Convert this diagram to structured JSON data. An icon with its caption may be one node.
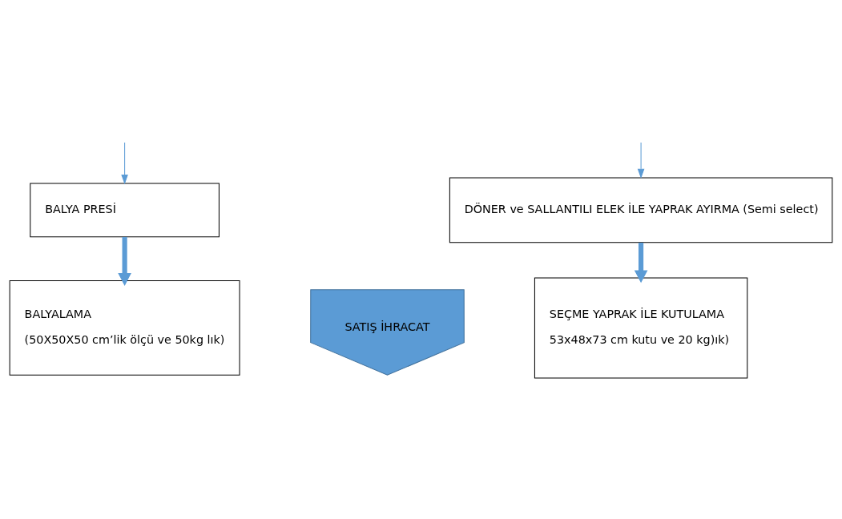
{
  "diagram": {
    "nodes": [
      {
        "text": [
          "BALYA PRESİ"
        ]
      },
      {
        "text": [
          "DÖNER ve SALLANTILI ELEK İLE YAPRAK AYIRMA (Semi select)"
        ]
      },
      {
        "text": [
          "BALYALAMA",
          "(50X50X50 cm’lik ölçü ve 50kg lık)"
        ]
      },
      {
        "text": [
          "SEÇME YAPRAK İLE KUTULAMA",
          "53x48x73 cm kutu ve 20 kg)ık)"
        ]
      },
      {
        "text": [
          "SATIŞ İHRACAT"
        ]
      }
    ],
    "edges": [
      {
        "from": null,
        "to": 0,
        "arrow": "to"
      },
      {
        "from": null,
        "to": 1,
        "arrow": "to"
      },
      {
        "from": 0,
        "to": 2,
        "arrow": "to",
        "style": "thick"
      },
      {
        "from": 1,
        "to": 3,
        "arrow": "to",
        "style": "thick"
      }
    ]
  }
}
